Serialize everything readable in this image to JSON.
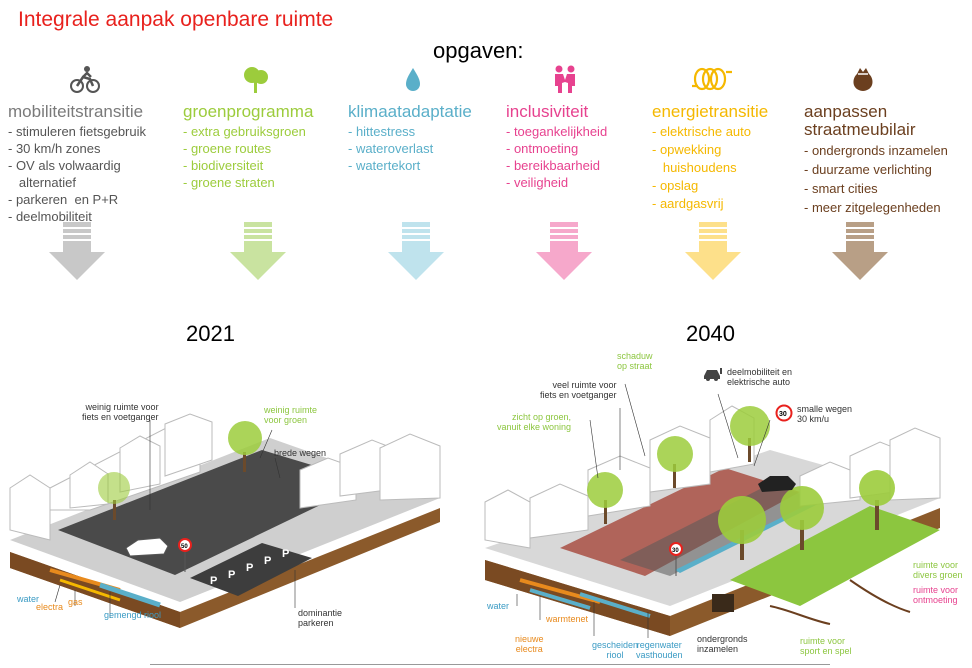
{
  "title": "Integrale aanpak openbare ruimte",
  "subtitle": "opgaven:",
  "columns": [
    {
      "heading": "mobiliteitstransitie",
      "color": "#7a7a7a",
      "icon": "cyclist-icon",
      "items": [
        "- stimuleren fietsgebruik",
        "- 30 km/h zones",
        "- OV als volwaardig",
        "   alternatief",
        "- parkeren  en P+R",
        "- deelmobiliteit"
      ]
    },
    {
      "heading": "groenprogramma",
      "color": "#9ccc3c",
      "icon": "tree-icon",
      "items": [
        "- extra gebruiksgroen",
        "- groene routes",
        "- biodiversiteit",
        "- groene straten"
      ]
    },
    {
      "heading": "klimaatadaptatie",
      "color": "#5aafc9",
      "icon": "water-drop-icon",
      "items": [
        "- hittestress",
        "- wateroverlast",
        "- watertekort"
      ]
    },
    {
      "heading": "inclusiviteit",
      "color": "#e7428f",
      "icon": "people-meeting-icon",
      "items": [
        "- toegankelijkheid",
        "- ontmoeting",
        "- bereikbaarheid",
        "- veiligheid"
      ]
    },
    {
      "heading": "energietransitie",
      "color": "#f5b800",
      "icon": "energy-coil-icon",
      "items": [
        "- elektrische auto",
        "- opwekking",
        "   huishoudens",
        "- opslag",
        "- aardgasvrij"
      ]
    },
    {
      "heading": "aanpassen\nstraatmeubilair",
      "color": "#6b3f1f",
      "icon": "waste-bag-icon",
      "items": [
        "- ondergronds inzamelen",
        "- duurzame verlichting",
        "- smart cities",
        "- meer zitgelegenheden"
      ]
    }
  ],
  "arrow_colors": [
    "#c8c8c8",
    "#c9e3a0",
    "#bfe3ed",
    "#f6a8cb",
    "#fde08a",
    "#b89f86"
  ],
  "years": {
    "left": "2021",
    "right": "2040"
  },
  "labels_2021": {
    "weinig_ruimte_fiets": "weinig ruimte voor\nfiets en voetganger",
    "weinig_ruimte_groen": "weinig ruimte\nvoor groen",
    "brede_wegen": "brede wegen",
    "water": "water",
    "electra": "electra",
    "gas": "gas",
    "gemengd_riool": "gemengd riool",
    "dominantie_parkeren": "dominantie\nparkeren",
    "speed_sign": "50",
    "parking_letter": "P"
  },
  "labels_2040": {
    "schaduw": "schaduw\nop straat",
    "deelmobiliteit": "deelmobiliteit en\nelektrische auto",
    "veel_ruimte": "veel ruimte voor\nfiets en voetganger",
    "zicht_op_groen": "zicht op groen,\nvanuit elke woning",
    "smalle_wegen": "smalle wegen\n30 km/u",
    "speed_sign": "30",
    "ruimte_divers_groen": "ruimte voor\ndivers groen",
    "ruimte_ontmoeting": "ruimte voor\nontmoeting",
    "water": "water",
    "warmtenet": "warmtenet",
    "nieuwe_electra": "nieuwe\nelectra",
    "gescheiden_riool": "gescheiden\nriool",
    "regenwater": "regenwater\nvasthouden",
    "ondergronds": "ondergronds\ninzamelen",
    "ruimte_sport": "ruimte voor\nsport en spel"
  },
  "label_colors": {
    "water": "#3b9bc4",
    "electra": "#e88a1d",
    "gas": "#e88a1d",
    "riool": "#3b9bc4",
    "groen": "#8cc63f",
    "roze": "#e7428f",
    "donker": "#333333",
    "bruin": "#6b3f1f"
  }
}
